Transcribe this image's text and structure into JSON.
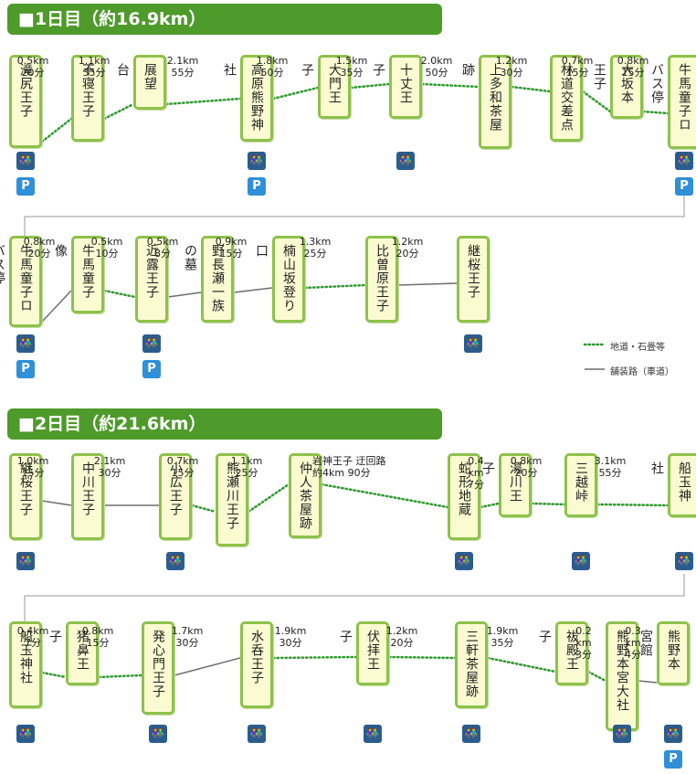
{
  "day1": {
    "title": "■1日目（約16.9km）",
    "row1": {
      "stops": [
        {
          "name": "滝尻王子",
          "wc": true,
          "parking": true
        },
        {
          "name": "不寝王子",
          "wc": false,
          "parking": false
        },
        {
          "name": "展望台",
          "wc": false,
          "parking": false
        },
        {
          "name": "高原熊野神社",
          "wc": true,
          "parking": true
        },
        {
          "name": "大門王子",
          "wc": false,
          "parking": false
        },
        {
          "name": "十丈王子",
          "wc": true,
          "parking": false
        },
        {
          "name": "上多和茶屋跡",
          "wc": false,
          "parking": false
        },
        {
          "name": "林道交差点",
          "wc": false,
          "parking": false
        },
        {
          "name": "大坂本王子",
          "wc": false,
          "parking": false
        },
        {
          "name": "牛馬童子ロバス停",
          "wc": true,
          "parking": true
        }
      ],
      "segments": [
        {
          "dist": "0.5km",
          "time": "20分",
          "surface": "trail"
        },
        {
          "dist": "1.1km",
          "time": "35分",
          "surface": "trail"
        },
        {
          "dist": "2.1km",
          "time": "55分",
          "surface": "trail"
        },
        {
          "dist": "1.8km",
          "time": "50分",
          "surface": "trail"
        },
        {
          "dist": "1.5km",
          "time": "35分",
          "surface": "trail"
        },
        {
          "dist": "2.0km",
          "time": "50分",
          "surface": "trail"
        },
        {
          "dist": "1.2km",
          "time": "30分",
          "surface": "trail"
        },
        {
          "dist": "0.7km",
          "time": "15分",
          "surface": "trail"
        },
        {
          "dist": "0.8km",
          "time": "15分",
          "surface": "trail"
        }
      ]
    },
    "row2": {
      "stops": [
        {
          "name": "牛馬童子ロバス停",
          "wc": true,
          "parking": true
        },
        {
          "name": "牛馬童子像",
          "wc": false,
          "parking": false
        },
        {
          "name": "近露王子",
          "wc": true,
          "parking": true
        },
        {
          "name": "野長瀬一族の墓",
          "wc": false,
          "parking": false
        },
        {
          "name": "楠山坂登り口",
          "wc": false,
          "parking": false
        },
        {
          "name": "比曽原王子",
          "wc": false,
          "parking": false
        },
        {
          "name": "継桜王子",
          "wc": true,
          "parking": false
        }
      ],
      "segments": [
        {
          "dist": "0.8km",
          "time": "20分",
          "surface": "paved"
        },
        {
          "dist": "0.5km",
          "time": "10分",
          "surface": "trail"
        },
        {
          "dist": "0.5km",
          "time": "8分",
          "surface": "paved"
        },
        {
          "dist": "0.9km",
          "time": "15分",
          "surface": "paved"
        },
        {
          "dist": "1.3km",
          "time": "25分",
          "surface": "trail"
        },
        {
          "dist": "1.2km",
          "time": "20分",
          "surface": "paved"
        }
      ]
    }
  },
  "legend": {
    "trail": "地道・石畳等",
    "paved": "舗装路（車道）"
  },
  "day2": {
    "title": "■2日目（約21.6km）",
    "row1": {
      "stops": [
        {
          "name": "継桜王子",
          "wc": true,
          "parking": false
        },
        {
          "name": "中川王子",
          "wc": false,
          "parking": false
        },
        {
          "name": "小広王子",
          "wc": true,
          "parking": false
        },
        {
          "name": "熊瀬川王子",
          "wc": false,
          "parking": false
        },
        {
          "name": "仲人茶屋跡",
          "wc": false,
          "parking": false
        },
        {
          "name": "蛇形地蔵",
          "wc": true,
          "parking": false
        },
        {
          "name": "湯川王子",
          "wc": false,
          "parking": false
        },
        {
          "name": "三越峠",
          "wc": true,
          "parking": false
        },
        {
          "name": "船玉神社",
          "wc": true,
          "parking": false
        }
      ],
      "segments": [
        {
          "dist": "1.0km",
          "time": "15分",
          "surface": "paved"
        },
        {
          "dist": "2.1km",
          "time": "30分",
          "surface": "paved"
        },
        {
          "dist": "0.7km",
          "time": "15分",
          "surface": "trail"
        },
        {
          "dist": "1.1km",
          "time": "25分",
          "surface": "trail"
        },
        {
          "dist": "岩神王子 迂回路",
          "time": "約4km 90分",
          "surface": "trail"
        },
        {
          "dist": "0.4\nkm",
          "time": "7分",
          "surface": "trail"
        },
        {
          "dist": "0.8km",
          "time": "20分",
          "surface": "trail"
        },
        {
          "dist": "3.1km",
          "time": "55分",
          "surface": "trail"
        }
      ]
    },
    "row2": {
      "stops": [
        {
          "name": "船玉神社",
          "wc": true,
          "parking": false
        },
        {
          "name": "猪鼻王子",
          "wc": false,
          "parking": false
        },
        {
          "name": "発心門王子",
          "wc": true,
          "parking": false
        },
        {
          "name": "水呑王子",
          "wc": true,
          "parking": false
        },
        {
          "name": "伏拝王子",
          "wc": true,
          "parking": false
        },
        {
          "name": "三軒茶屋跡",
          "wc": true,
          "parking": false
        },
        {
          "name": "祓殿王子",
          "wc": false,
          "parking": false
        },
        {
          "name": "熊野本宮大社",
          "wc": true,
          "parking": false
        },
        {
          "name": "熊野本宮館",
          "wc": true,
          "parking": true
        }
      ],
      "segments": [
        {
          "dist": "0.4km",
          "time": "7分",
          "surface": "trail"
        },
        {
          "dist": "0.8km",
          "time": "15分",
          "surface": "trail"
        },
        {
          "dist": "1.7km",
          "time": "30分",
          "surface": "paved"
        },
        {
          "dist": "1.9km",
          "time": "30分",
          "surface": "trail"
        },
        {
          "dist": "1.2km",
          "time": "20分",
          "surface": "trail"
        },
        {
          "dist": "1.9km",
          "time": "35分",
          "surface": "trail"
        },
        {
          "dist": "0.2\nkm",
          "time": "3分",
          "surface": "trail"
        },
        {
          "dist": "0.3\nkm",
          "time": "4分",
          "surface": "paved"
        }
      ]
    }
  },
  "icons": {
    "restroom": "restroom-icon",
    "parking": "parking-icon",
    "parking_label": "P",
    "restroom_glyph": "🚻"
  },
  "colors": {
    "banner": "#4e9a2a",
    "post_border": "#8dc24a",
    "post_fill": "#fbfbd2",
    "trail_line": "#2e9a2e",
    "paved_line": "#6e6e6e",
    "restroom_badge": "#2b5c8f",
    "parking_badge": "#2f8fd8"
  }
}
